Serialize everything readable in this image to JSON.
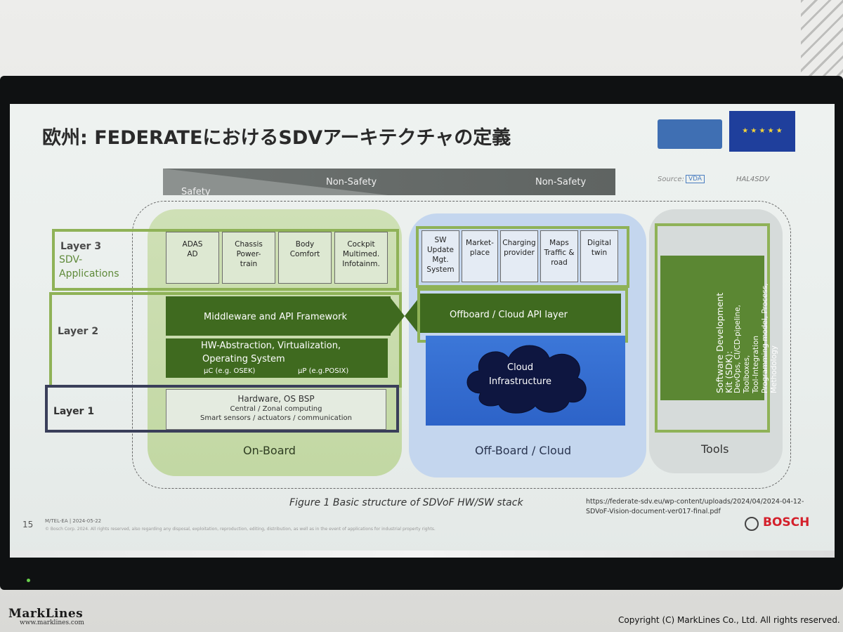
{
  "slide": {
    "title": "欧州: FEDERATEにおけるSDVアーキテクチャの定義",
    "safety_bar": {
      "left": "Safety",
      "middle": "Non-Safety",
      "right": "Non-Safety"
    },
    "source_label": "Source:",
    "source_logo": "VDA",
    "source_project": "HAL4SDV",
    "layers": {
      "layer3": {
        "title": "Layer 3",
        "sub1": "SDV-",
        "sub2": "Applications"
      },
      "layer2": {
        "title": "Layer 2"
      },
      "layer1": {
        "title": "Layer 1"
      }
    },
    "onboard_apps": [
      {
        "l1": "ADAS",
        "l2": "AD",
        "l3": ""
      },
      {
        "l1": "Chassis",
        "l2": "Power-",
        "l3": "train"
      },
      {
        "l1": "Body",
        "l2": "Comfort",
        "l3": ""
      },
      {
        "l1": "Cockpit",
        "l2": "Multimed.",
        "l3": "Infotainm."
      }
    ],
    "offboard_apps": [
      {
        "l1": "SW",
        "l2": "Update",
        "l3": "Mgt.",
        "l4": "System"
      },
      {
        "l1": "Market-",
        "l2": "place",
        "l3": "",
        "l4": ""
      },
      {
        "l1": "Charging",
        "l2": "provider",
        "l3": "",
        "l4": ""
      },
      {
        "l1": "Maps",
        "l2": "Traffic &",
        "l3": "road",
        "l4": ""
      },
      {
        "l1": "Digital",
        "l2": "twin",
        "l3": "",
        "l4": ""
      }
    ],
    "middleware": "Middleware and API Framework",
    "offboard_api": "Offboard / Cloud API layer",
    "hw_abstraction": {
      "l1": "HW-Abstraction, Virtualization,",
      "l2": "Operating System",
      "uc": "µC (e.g. OSEK)",
      "up": "µP (e.g.POSIX)"
    },
    "hardware": {
      "l1": "Hardware, OS BSP",
      "l2": "Central / Zonal computing",
      "l3": "Smart sensors / actuators / communication"
    },
    "cloud": {
      "l1": "Cloud",
      "l2": "Infrastructure"
    },
    "sdk": {
      "title1": "Software Development",
      "title2": "Kit (SDK):",
      "items": [
        "DevOps, CI/CD-pipeline,",
        "Toolboxes,",
        "Tool-Integration",
        "Programming model, Process,",
        "Methodology"
      ]
    },
    "zones": {
      "onboard": "On-Board",
      "offboard": "Off-Board / Cloud",
      "tools": "Tools"
    },
    "caption": "Figure 1 Basic structure of SDVoF HW/SW stack",
    "url_l1": "https://federate-sdv.eu/wp-content/uploads/2024/04/2024-04-12-",
    "url_l2": "SDVoF-Vision-document-ver017-final.pdf",
    "page_number": "15",
    "meta": "M/TEL-EA | 2024-05-22",
    "meta_small": "© Bosch Corp. 2024. All rights reserved, also regarding any disposal, exploitation, reproduction, editing, distribution, as well as in the event of applications for industrial property rights.",
    "brand": "BOSCH"
  },
  "watermark": {
    "brand": "MarkLines",
    "url": "www.marklines.com"
  },
  "copyright": "Copyright (C) MarkLines Co., Ltd. All rights reserved.",
  "colors": {
    "green_dark": "#3f6a1f",
    "green_light": "#8fb257",
    "cloud_blue": "#2d63c8",
    "bosch_red": "#d4202b"
  }
}
